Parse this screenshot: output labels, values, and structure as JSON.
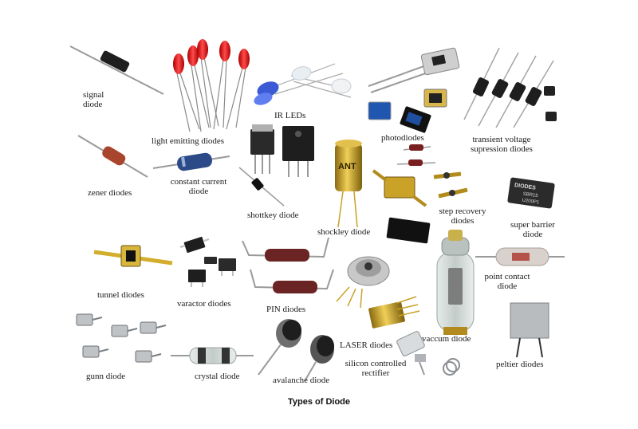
{
  "caption": "Types of Diode",
  "labels": {
    "signal_diode": [
      "signal",
      "diode"
    ],
    "light_emitting_diodes": "light emitting diodes",
    "ir_leds": "IR LEDs",
    "photodiodes": "photodiodes",
    "transient_voltage": [
      "transient voltage",
      "supression diodes"
    ],
    "zener_diodes": "zener diodes",
    "constant_current": [
      "constant current",
      "diode"
    ],
    "shottkey_diode": "shottkey diode",
    "shockley_diode": "shockley diode",
    "step_recovery": [
      "step recovery",
      "diodes"
    ],
    "super_barrier": [
      "super barrier",
      "diode"
    ],
    "tunnel_diodes": "tunnel diodes",
    "varactor_diodes": "varactor diodes",
    "pin_diodes": "PIN diodes",
    "point_contact": [
      "point contact",
      "diode"
    ],
    "laser_diodes": "LASER diodes",
    "vaccum_diode": "vaccum diode",
    "gunn_diode": "gunn diode",
    "crystal_diode": "crystal diode",
    "avalanche_diode": "avalanche diode",
    "silicon_controlled": [
      "silicon controlled",
      "rectifier"
    ],
    "peltier_diodes": "peltier diodes"
  },
  "markings": {
    "shockley_can": "ANT",
    "super_barrier_chip": [
      "DIODES",
      "SBR15",
      "U200P1"
    ]
  },
  "colors": {
    "led_red": "#d81a1a",
    "led_blue": "#3b5bd6",
    "body_black": "#1e1e1e",
    "glass": "#cfd6d3",
    "gold": "#c9a227",
    "lead": "#9a9a9a"
  }
}
